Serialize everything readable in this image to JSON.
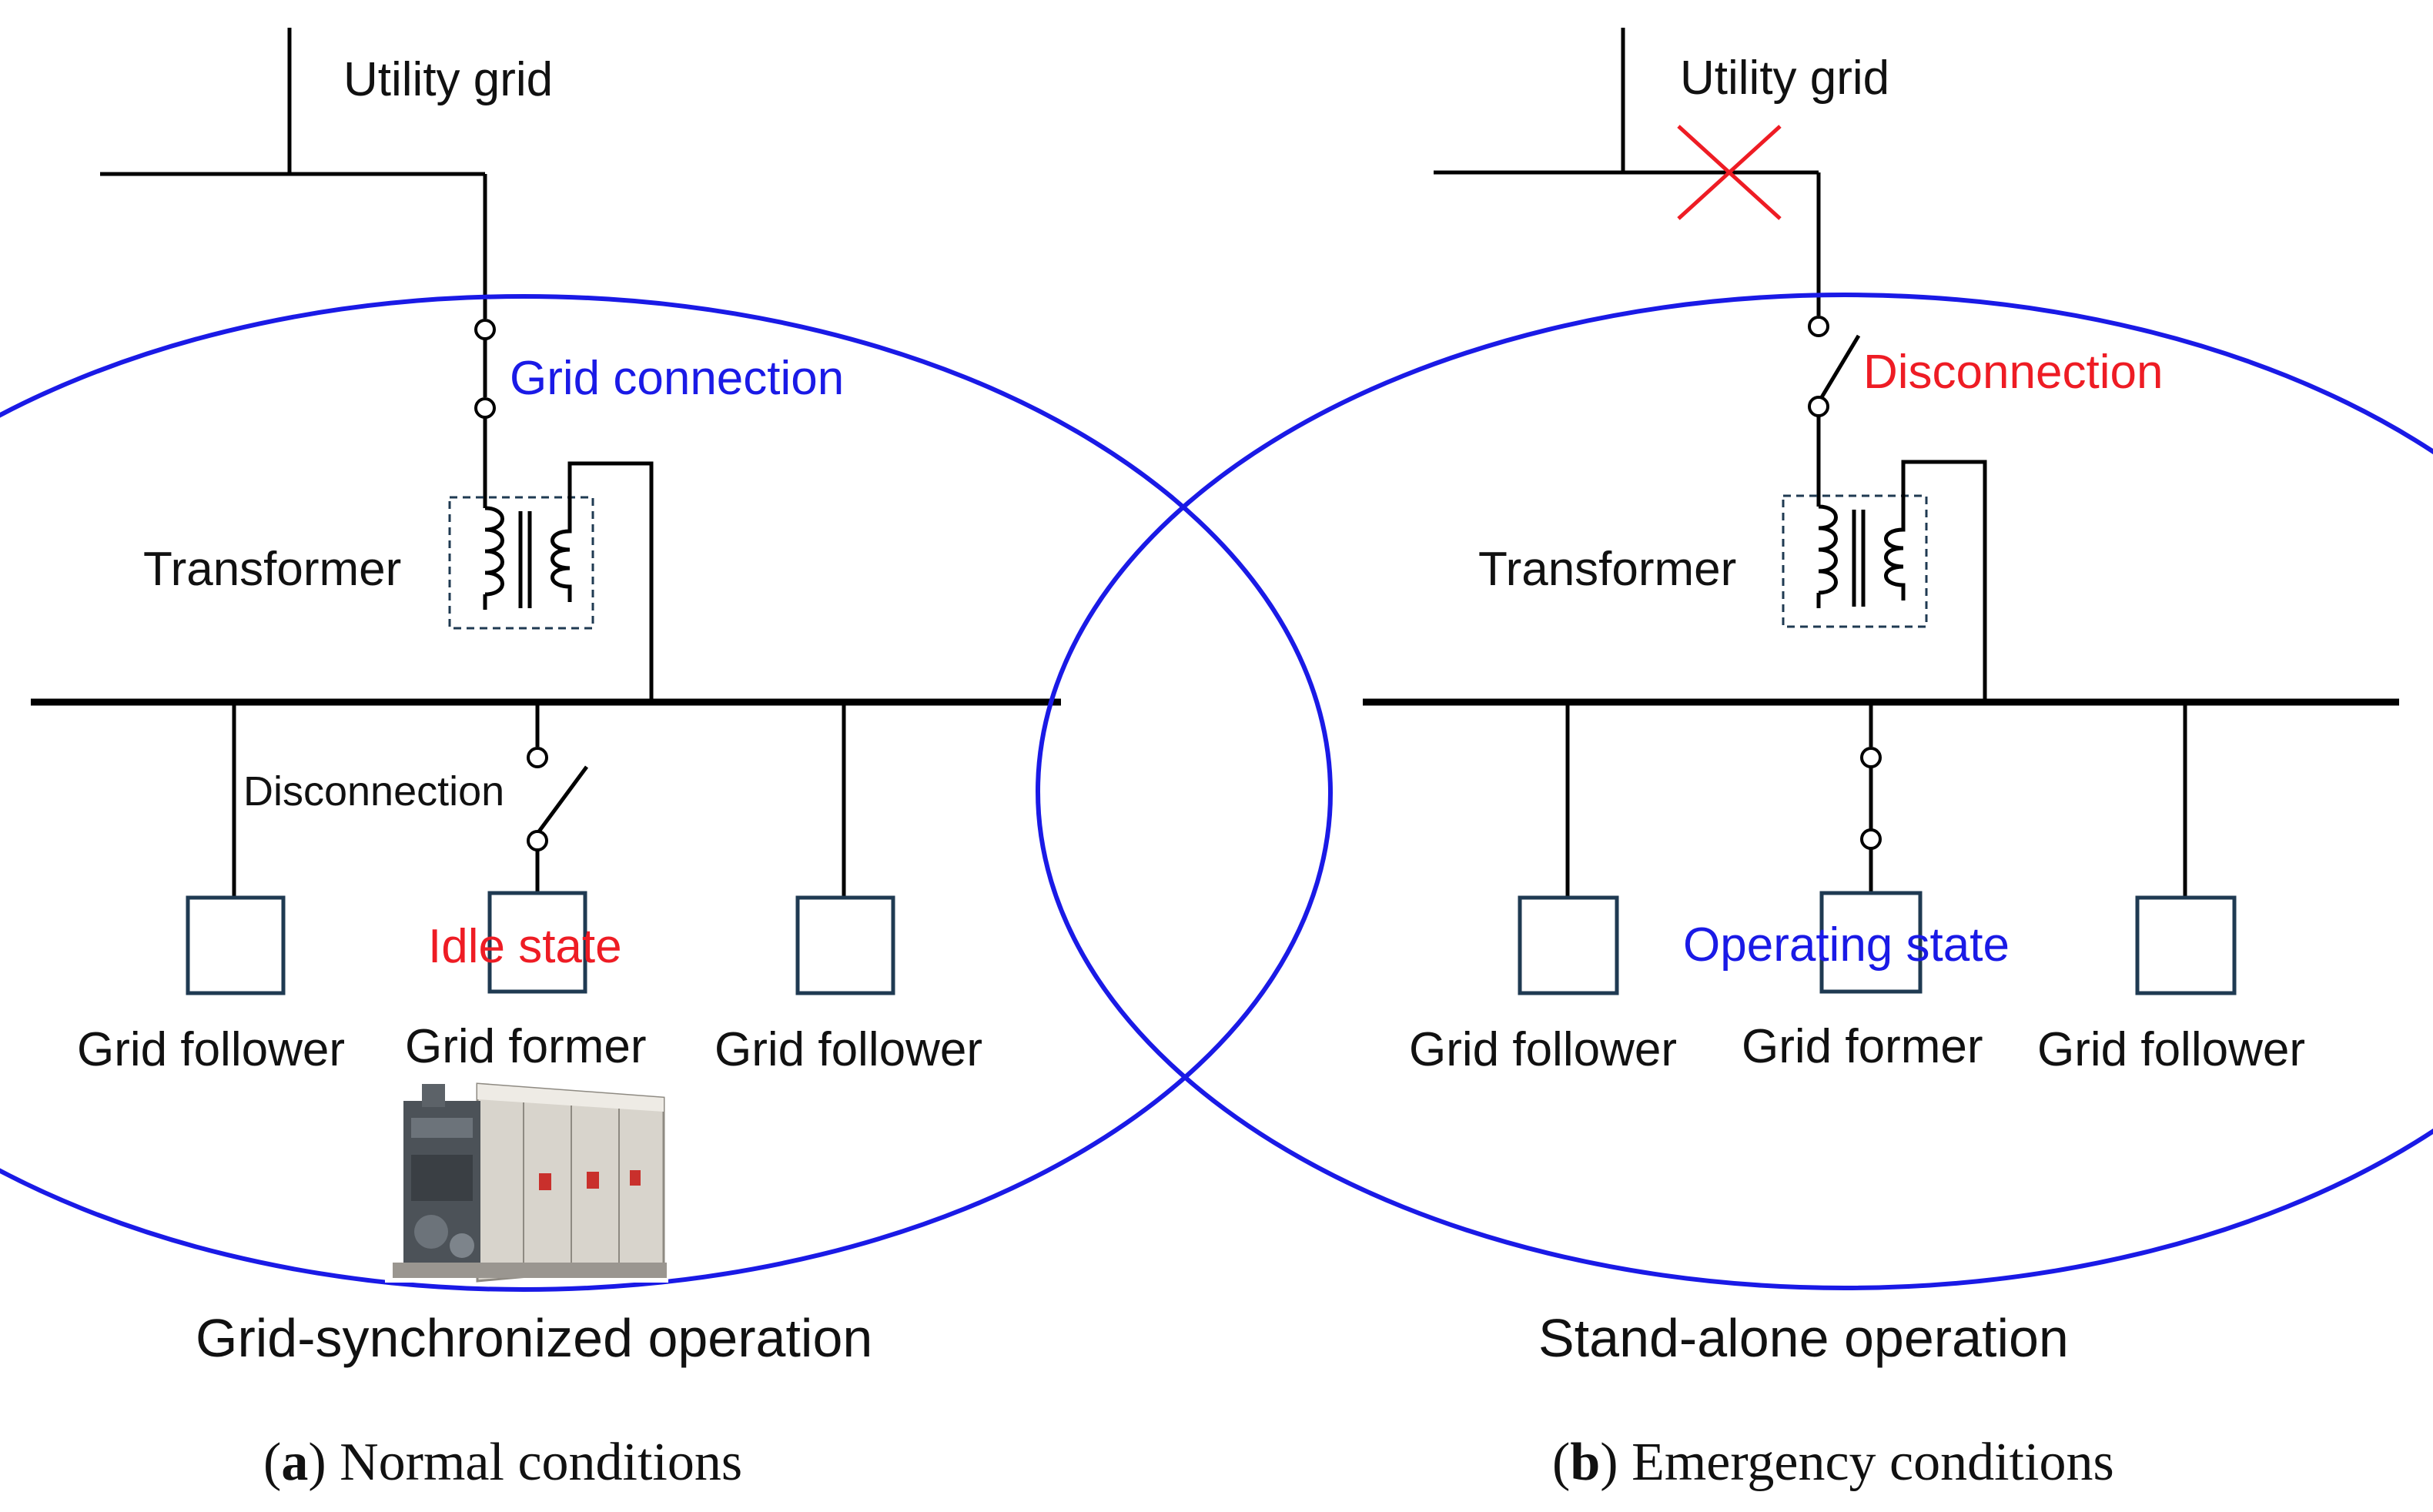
{
  "panel_a": {
    "utility_grid": "Utility grid",
    "grid_connection": "Grid connection",
    "transformer": "Transformer",
    "disconnection": "Disconnection",
    "idle_state": "Idle state",
    "grid_follower_left": "Grid follower",
    "grid_former": "Grid former",
    "grid_follower_right": "Grid follower",
    "operation": "Grid-synchronized operation",
    "caption_letter": "a",
    "caption_text": " Normal conditions"
  },
  "panel_b": {
    "utility_grid": "Utility grid",
    "disconnection": "Disconnection",
    "transformer": "Transformer",
    "operating_state": "Operating state",
    "grid_follower_left": "Grid follower",
    "grid_former": "Grid former",
    "grid_follower_right": "Grid follower",
    "operation": "Stand-alone operation",
    "caption_letter": "b",
    "caption_text": " Emergency conditions"
  },
  "colors": {
    "boundary": "#1a1ae6",
    "status_ok": "#1a1ae6",
    "status_alert": "#ee1c24"
  }
}
